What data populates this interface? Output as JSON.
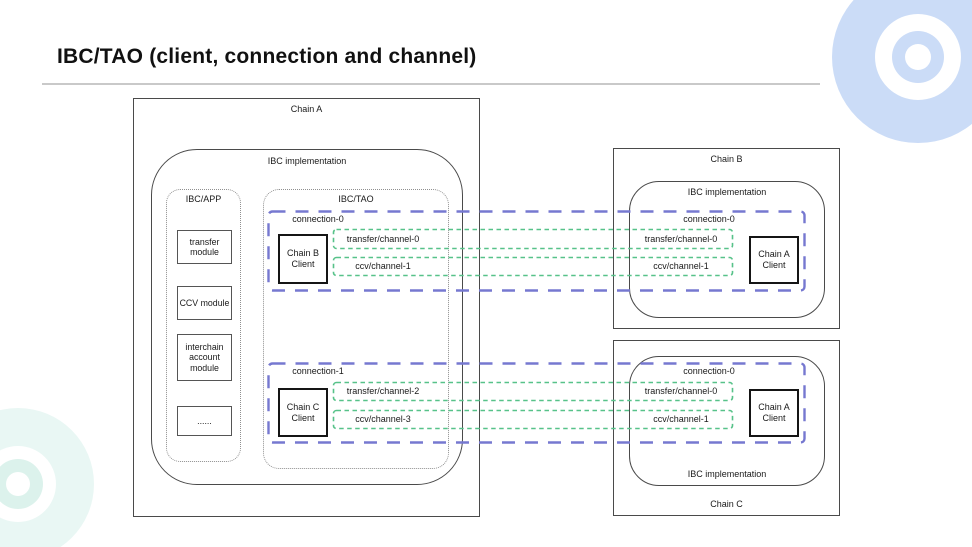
{
  "title": "IBC/TAO (client, connection and channel)",
  "colors": {
    "connection_dash": "#7678d0",
    "channel_dash": "#57c289",
    "decor_blue": "#cbdcf7",
    "decor_teal_outer": "#e9f7f4",
    "decor_teal_inner": "#dcf2ec"
  },
  "chainA": {
    "label": "Chain A",
    "implLabel": "IBC implementation",
    "appLabel": "IBC/APP",
    "taoLabel": "IBC/TAO",
    "modules": [
      "transfer module",
      "CCV module",
      "interchain account module",
      "......"
    ],
    "connection0": "connection-0",
    "connection1": "connection-1",
    "clientB": "Chain B Client",
    "clientC": "Chain C Client",
    "channelsToB": [
      "transfer/channel-0",
      "ccv/channel-1"
    ],
    "channelsToC": [
      "transfer/channel-2",
      "ccv/channel-3"
    ]
  },
  "chainB": {
    "label": "Chain B",
    "implLabel": "IBC implementation",
    "connection": "connection-0",
    "channels": [
      "transfer/channel-0",
      "ccv/channel-1"
    ],
    "client": "Chain A Client"
  },
  "chainC": {
    "label": "Chain C",
    "implLabel": "IBC implementation",
    "connection": "connection-0",
    "channels": [
      "transfer/channel-0",
      "ccv/channel-1"
    ],
    "client": "Chain A Client"
  }
}
